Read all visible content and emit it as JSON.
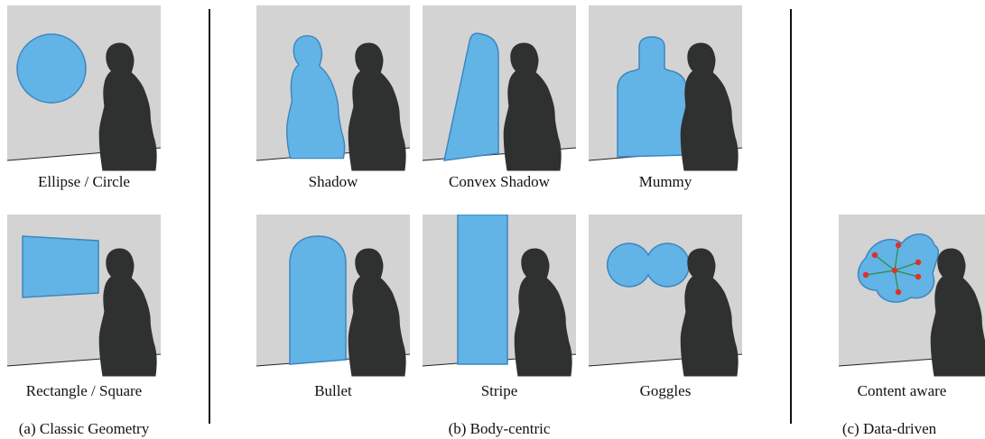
{
  "panels": [
    {
      "id": "ellipse",
      "label": "Ellipse / Circle"
    },
    {
      "id": "rectangle",
      "label": "Rectangle / Square"
    },
    {
      "id": "shadow",
      "label": "Shadow"
    },
    {
      "id": "convex-shadow",
      "label": "Convex Shadow"
    },
    {
      "id": "mummy",
      "label": "Mummy"
    },
    {
      "id": "bullet",
      "label": "Bullet"
    },
    {
      "id": "stripe",
      "label": "Stripe"
    },
    {
      "id": "goggles",
      "label": "Goggles"
    },
    {
      "id": "content-aware",
      "label": "Content aware"
    }
  ],
  "captions": {
    "classic": "(a) Classic Geometry",
    "body": "(b) Body-centric",
    "data": "(c) Data-driven"
  },
  "colors": {
    "wall": "#d3d3d3",
    "shape": "#62b4e6",
    "shape_stroke": "#3d85c0",
    "silhouette": "#2f3030",
    "node": "#e0302a",
    "edge": "#2e8b3a"
  }
}
